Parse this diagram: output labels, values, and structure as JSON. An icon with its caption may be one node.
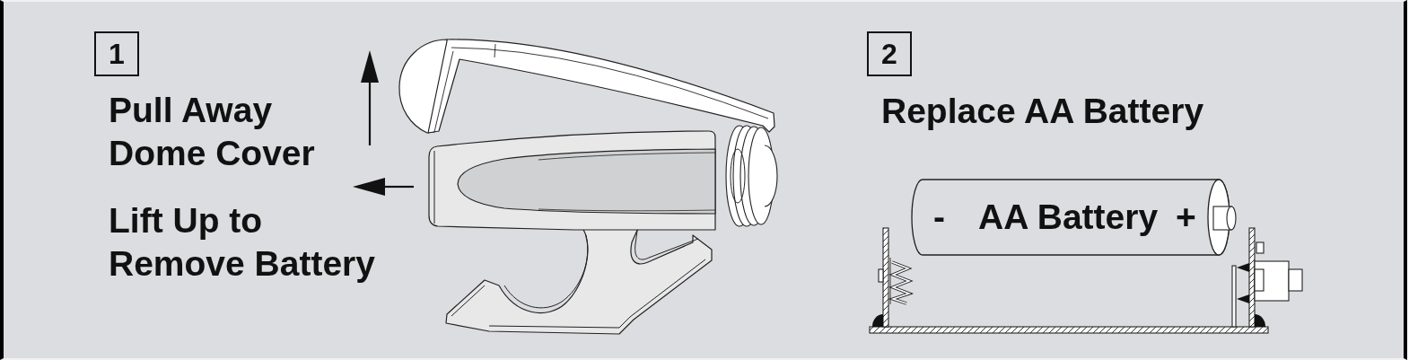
{
  "diagram": {
    "nodes": [
      {
        "text": [
          "1"
        ]
      },
      {
        "text": [
          "2"
        ]
      },
      {
        "text": [
          "-",
          "AA Battery",
          "+"
        ]
      }
    ],
    "labels": [
      "Pull Away Dome Cover",
      "Lift Up to Remove Battery",
      "Replace AA Battery"
    ]
  }
}
